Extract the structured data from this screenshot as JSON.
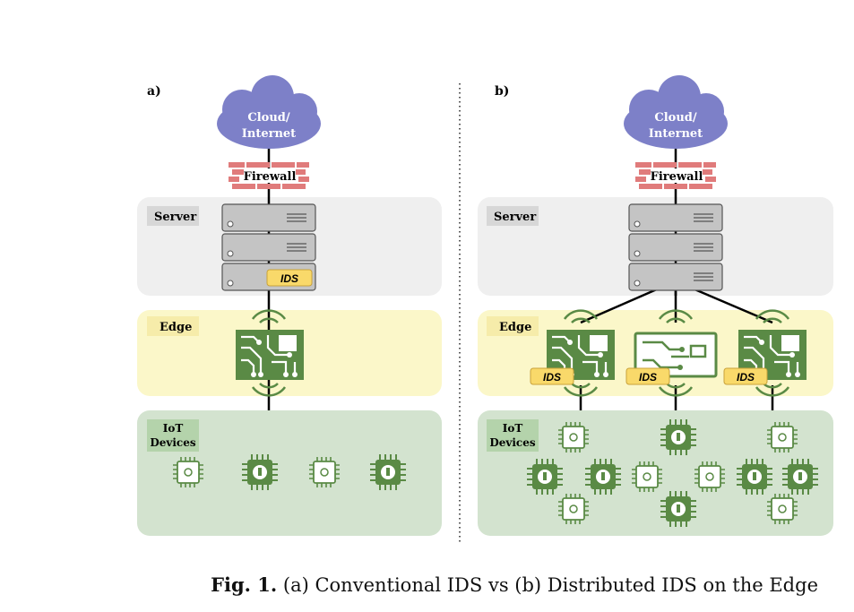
{
  "panels": {
    "a": {
      "label": "a)",
      "cloud": [
        "Cloud/",
        "Internet"
      ],
      "firewall": "Firewall",
      "server_label": "Server",
      "ids_label": "IDS",
      "edge_label": "Edge",
      "iot_label": [
        "IoT",
        "Devices"
      ]
    },
    "b": {
      "label": "b)",
      "cloud": [
        "Cloud/",
        "Internet"
      ],
      "firewall": "Firewall",
      "server_label": "Server",
      "ids_labels": [
        "IDS",
        "IDS",
        "IDS"
      ],
      "edge_label": "Edge",
      "iot_label": [
        "IoT",
        "Devices"
      ]
    }
  },
  "caption": {
    "prefix": "Fig. 1.",
    "text": " (a) Conventional IDS vs (b) Distributed IDS on the Edge"
  },
  "colors": {
    "cloud": "#7d80c8",
    "server_zone": "#efefef",
    "edge_zone": "#fbf7c9",
    "iot_zone": "#d3e3cf",
    "chip_green": "#5a8a45",
    "ids_fill": "#f9d96a",
    "firewall": "#e07b7b"
  }
}
